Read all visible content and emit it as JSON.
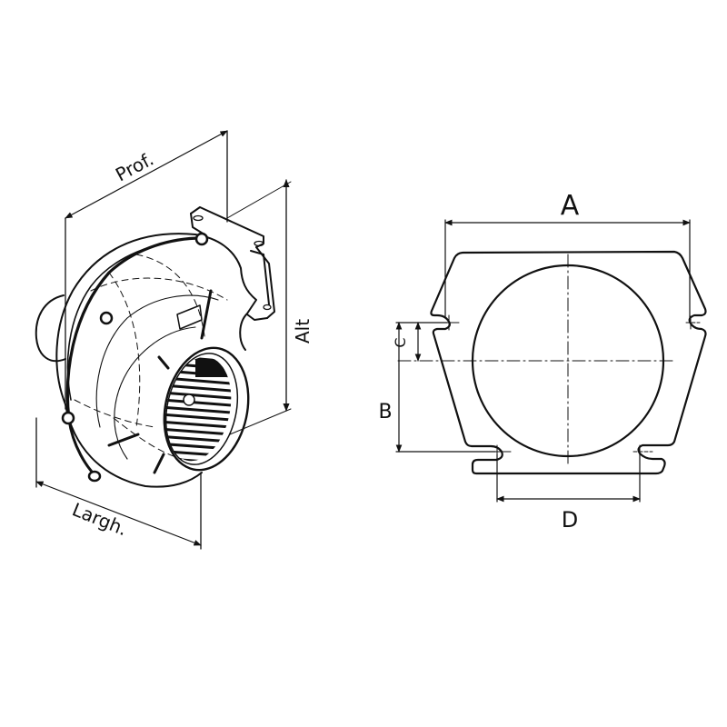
{
  "diagram": {
    "colors": {
      "background": "#ffffff",
      "ink": "#111111"
    },
    "isometric_view": {
      "labels": {
        "depth": "Prof.",
        "width": "Largh.",
        "height": "Alt"
      }
    },
    "flange_view": {
      "labels": {
        "a": "A",
        "b": "B",
        "c": "C",
        "d": "D"
      }
    }
  }
}
